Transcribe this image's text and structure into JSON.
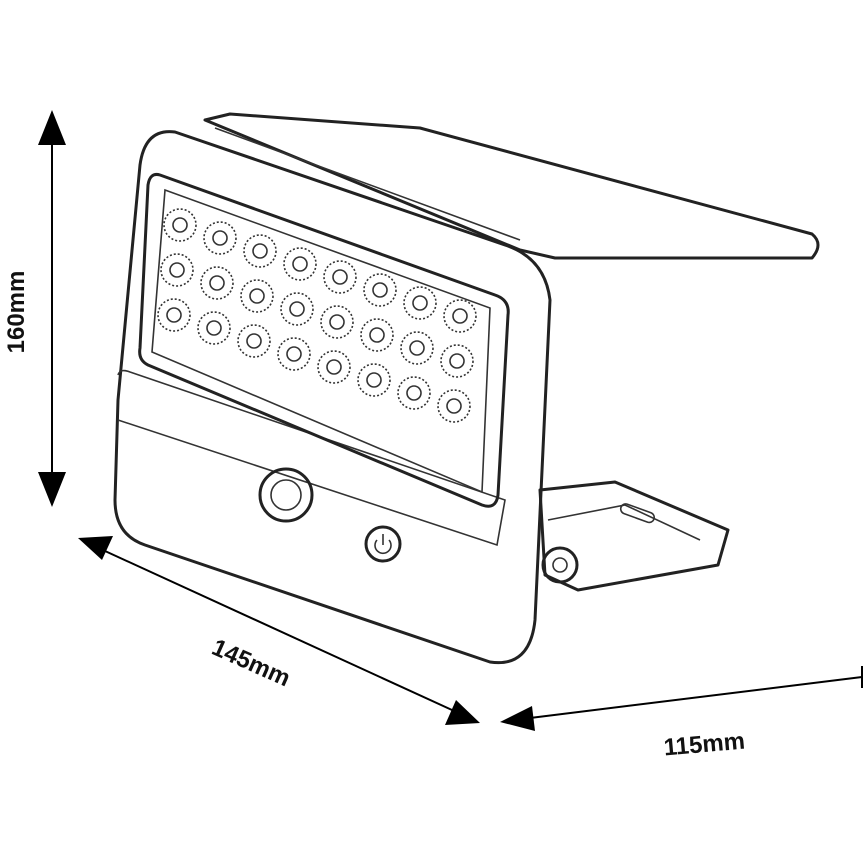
{
  "dimensions": {
    "height": "160mm",
    "width": "145mm",
    "depth": "115mm"
  }
}
